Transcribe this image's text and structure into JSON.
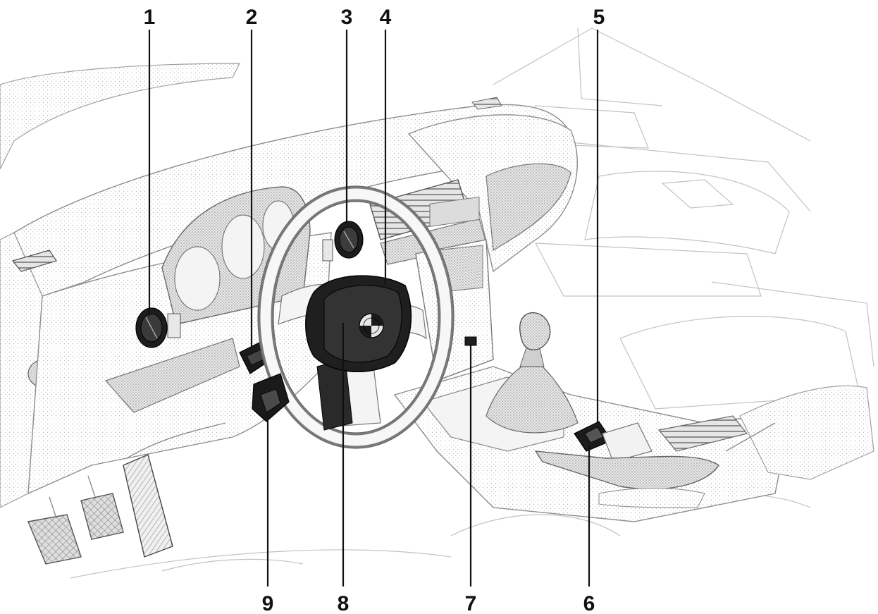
{
  "figure": {
    "callouts": [
      {
        "id": "1",
        "label": "1"
      },
      {
        "id": "2",
        "label": "2"
      },
      {
        "id": "3",
        "label": "3"
      },
      {
        "id": "4",
        "label": "4"
      },
      {
        "id": "5",
        "label": "5"
      },
      {
        "id": "6",
        "label": "6"
      },
      {
        "id": "7",
        "label": "7"
      },
      {
        "id": "8",
        "label": "8"
      },
      {
        "id": "9",
        "label": "9"
      }
    ],
    "colors": {
      "label": "#111111",
      "leader": "#111111",
      "sketch_dark": "#555555",
      "sketch_mid": "#9a9a9a",
      "sketch_light": "#d9d9d9",
      "control_fill": "#222222"
    },
    "depicted_parts": [
      "dashboard-illustration",
      "steering-wheel",
      "airbag-hub",
      "gear-lever",
      "center-console",
      "pedals",
      "light-switch",
      "stalk-control",
      "window-switch"
    ]
  }
}
